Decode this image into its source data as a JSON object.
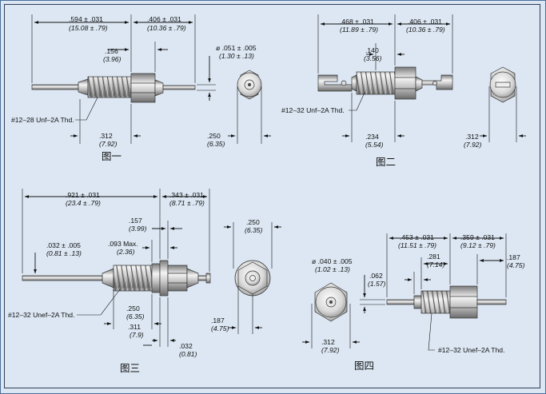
{
  "figures": [
    {
      "caption": "图一",
      "thread_label": "#12–28 Unf–2A Thd.",
      "dims": {
        "overall": {
          "value": ".594 ± .031",
          "metric": "(15.08 ± .79)"
        },
        "right_section": {
          "value": ".406 ± .031",
          "metric": "(10.36 ± .79)"
        },
        "stud": {
          "value": ".156",
          "metric": "(3.96)"
        },
        "diameter": {
          "value": "ø .051 ± .005",
          "metric": "(1.30 ± .13)"
        },
        "thread_len": {
          "value": ".312",
          "metric": "(7.92)"
        },
        "hex": {
          "value": ".250",
          "metric": "(6.35)"
        }
      }
    },
    {
      "caption": "图二",
      "thread_label": "#12–32 Unf–2A Thd.",
      "dims": {
        "overall": {
          "value": ".468 ± .031",
          "metric": "(11.89 ± .79)"
        },
        "right_section": {
          "value": ".406 ± .031",
          "metric": "(10.36 ± .79)"
        },
        "stud": {
          "value": ".140",
          "metric": "(3.56)"
        },
        "thread_len": {
          "value": ".234",
          "metric": "(5.54)"
        },
        "hex": {
          "value": ".312",
          "metric": "(7.92)"
        }
      }
    },
    {
      "caption": "图三",
      "thread_label": "#12–32 Unef–2A Thd.",
      "dims": {
        "overall": {
          "value": ".921 ± .031",
          "metric": "(23.4 ± .79)"
        },
        "right_section": {
          "value": ".343 ± .031",
          "metric": "(8.71 ± .79)"
        },
        "stud": {
          "value": ".157",
          "metric": "(3.99)"
        },
        "max": {
          "value": ".093 Max.",
          "metric": "(2.36)"
        },
        "pin": {
          "value": ".032 ± .005",
          "metric": "(0.81 ± .13)"
        },
        "thread_len": {
          "value": ".250",
          "metric": "(6.35)"
        },
        "body": {
          "value": ".311",
          "metric": "(7.9)"
        },
        "flange": {
          "value": ".032",
          "metric": "(0.81)"
        },
        "hex": {
          "value": ".250",
          "metric": "(6.35)"
        },
        "hex_flat": {
          "value": ".187",
          "metric": "(4.75)"
        }
      }
    },
    {
      "caption": "图四",
      "thread_label": "#12–32 Unef–2A Thd.",
      "dims": {
        "left_section": {
          "value": ".453 ± .031",
          "metric": "(11.51 ± .79)"
        },
        "right_section": {
          "value": ".359 ± .031",
          "metric": "(9.12 ± .79)"
        },
        "thread_len": {
          "value": ".281",
          "metric": "(7.14)"
        },
        "right_end": {
          "value": ".187",
          "metric": "(4.75)"
        },
        "diameter": {
          "value": "ø .040 ± .005",
          "metric": "(1.02 ± .13)"
        },
        "collar": {
          "value": ".062",
          "metric": "(1.57)"
        },
        "hex": {
          "value": ".312",
          "metric": "(7.92)"
        }
      }
    }
  ]
}
